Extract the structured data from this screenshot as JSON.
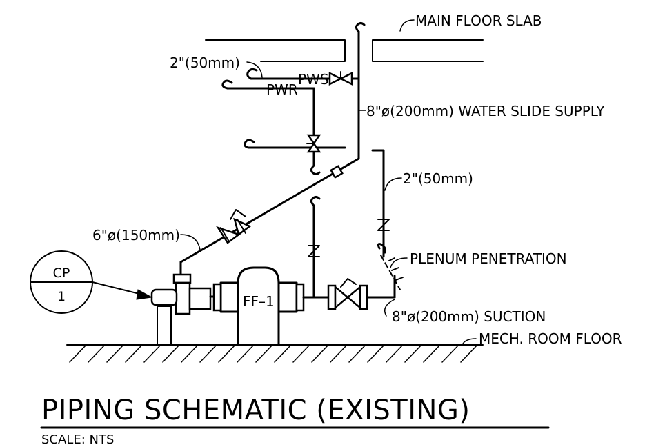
{
  "labels": {
    "main_floor_slab": "MAIN FLOOR SLAB",
    "pws_size": "2\"(50mm)",
    "pws": "PWS",
    "pwr": "PWR",
    "water_slide_supply": "8\"ø(200mm) WATER SLIDE SUPPLY",
    "branch_size": "2\"(50mm)",
    "discharge_size": "6\"ø(150mm)",
    "plenum_penetration": "PLENUM PENETRATION",
    "suction": "8\"ø(200mm) SUCTION",
    "mech_room_floor": "MECH. ROOM FLOOR",
    "filter": "FF–1"
  },
  "callout": {
    "top": "CP",
    "bottom": "1"
  },
  "title": {
    "main": "PIPING SCHEMATIC (EXISTING)",
    "scale": "SCALE: NTS"
  }
}
